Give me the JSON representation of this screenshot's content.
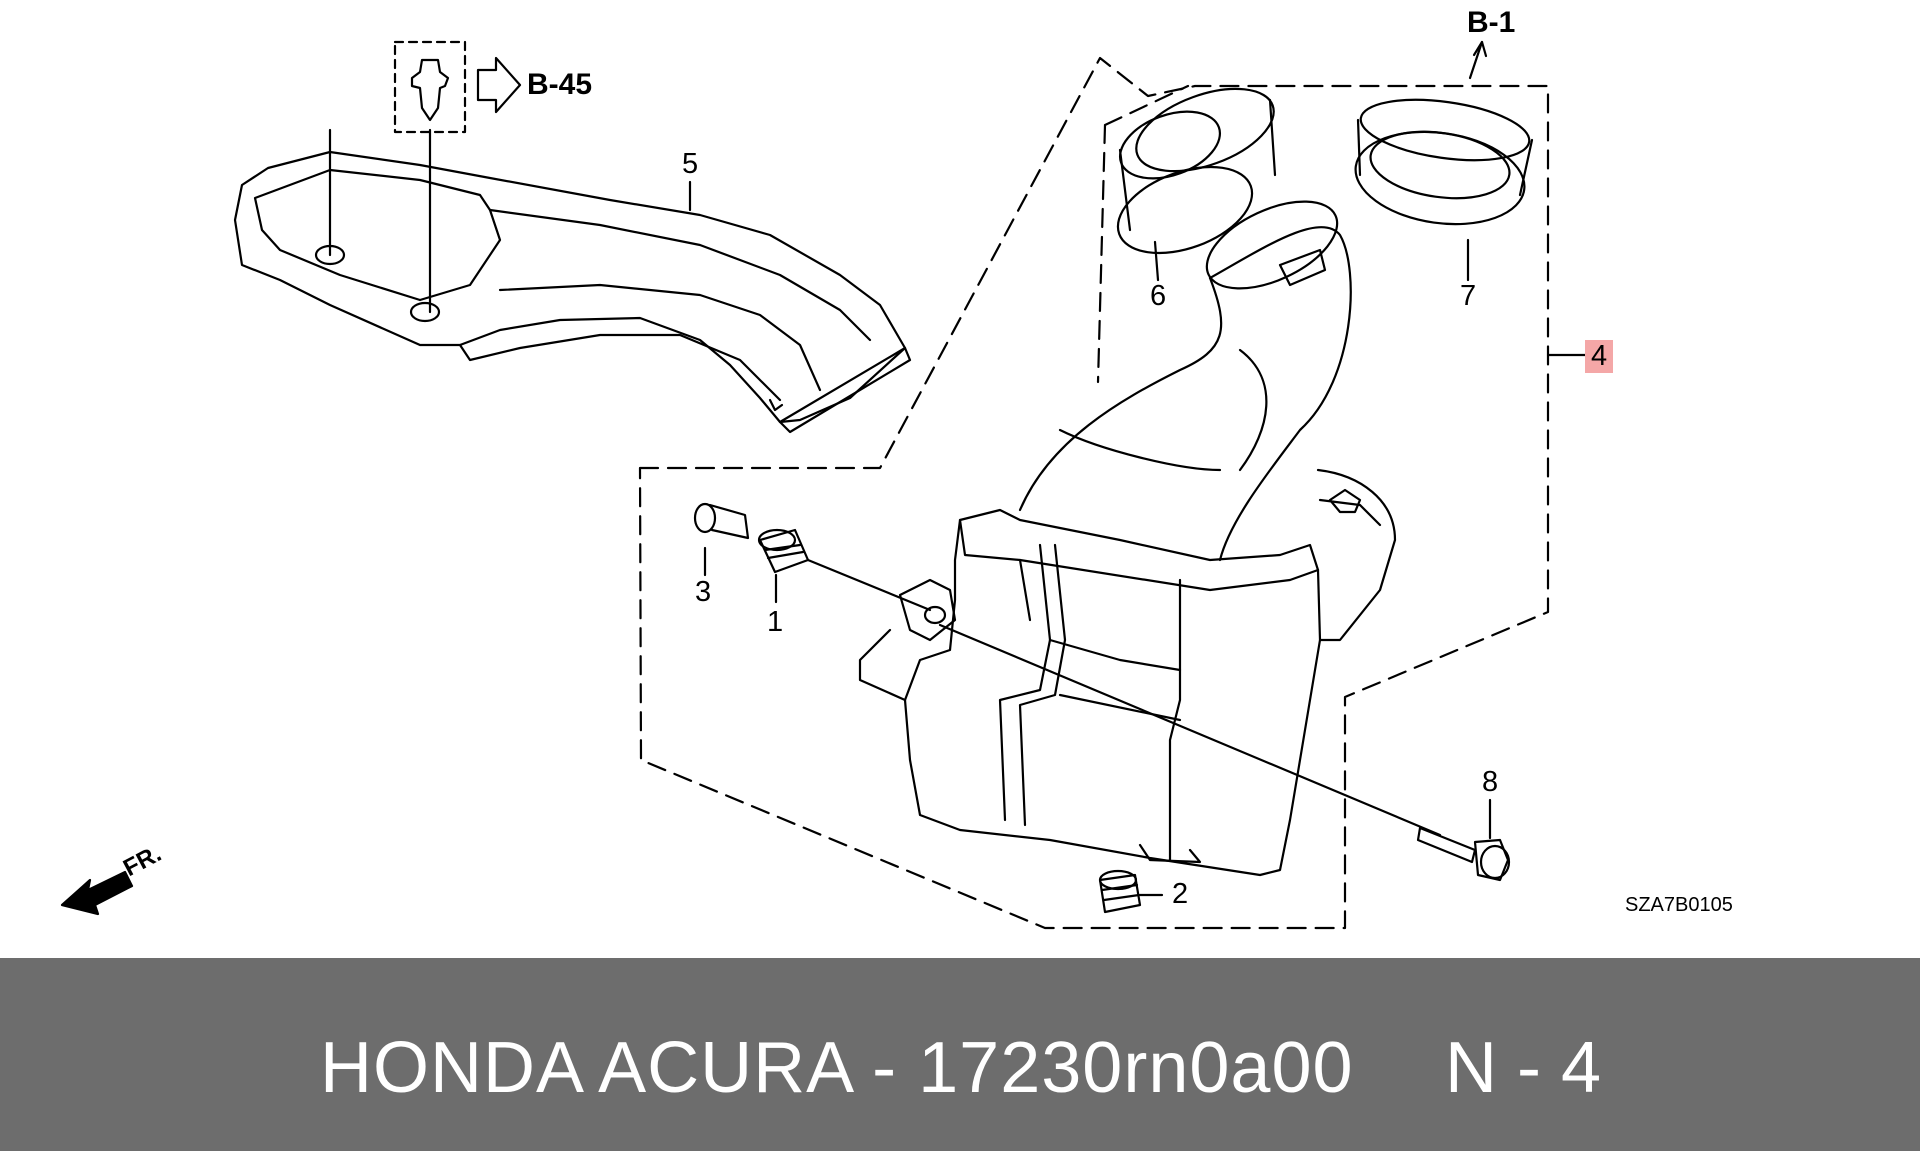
{
  "diagram": {
    "callouts": {
      "b1": "B-1",
      "b45": "B-45",
      "p1": "1",
      "p2": "2",
      "p3": "3",
      "p4": "4",
      "p5": "5",
      "p6": "6",
      "p7": "7",
      "p8": "8",
      "front": "FR."
    },
    "drawing_code": "SZA7B0105",
    "highlight_color": "#f4a7a7"
  },
  "footer": {
    "title": "HONDA ACURA - 17230rn0a00",
    "ref": "N - 4",
    "background": "#6d6d6d"
  }
}
